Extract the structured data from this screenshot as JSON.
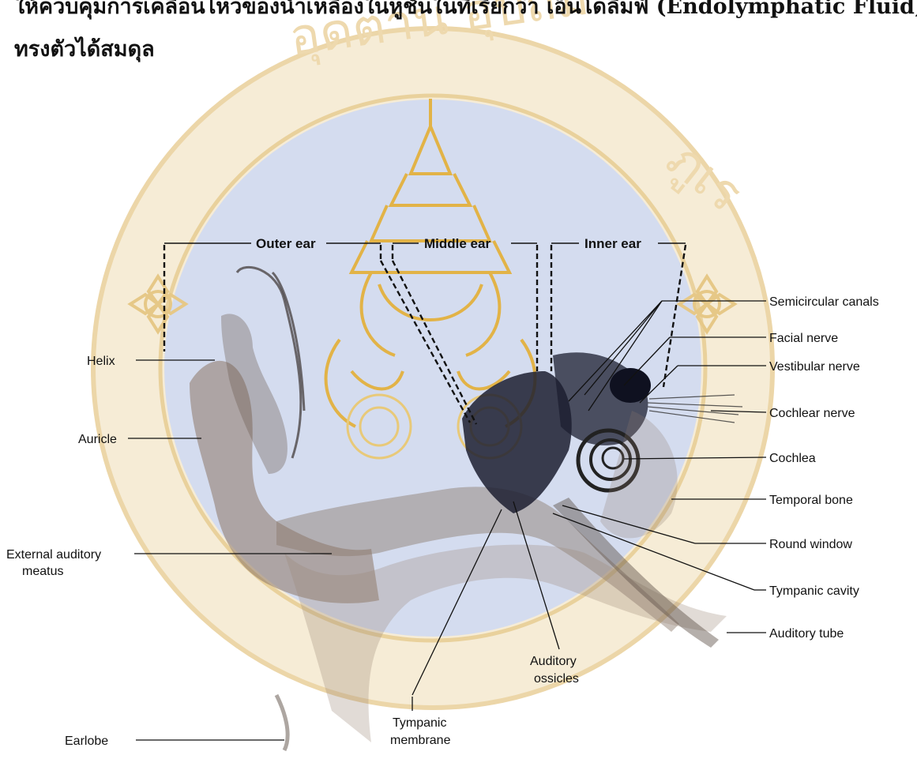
{
  "text": {
    "line1": "ให้ควบคุมการเคลื่อนไหวของน้ำเหลืองในหูชั้นในที่เรียกว่า เอ็นโดลิมฟ์ (Endolymphatic Fluid)     หน้าที่ให้การ",
    "line2": "ทรงตัวได้สมดุล"
  },
  "watermark": {
    "ring_text_top": "อุดตาน อุปถัม",
    "ring_text_right": "ภูเร",
    "colors": {
      "ring": "#f0dcb4",
      "center": "#cdd6ec",
      "gold": "#e4b84a"
    }
  },
  "diagram": {
    "sections": {
      "outer": "Outer ear",
      "middle": "Middle ear",
      "inner": "Inner ear"
    },
    "labels_left": {
      "helix": "Helix",
      "auricle": "Auricle",
      "eam_line1": "External auditory",
      "eam_line2": "meatus",
      "earlobe": "Earlobe"
    },
    "labels_right": {
      "semicircular": "Semicircular canals",
      "facial": "Facial nerve",
      "vestibular": "Vestibular nerve",
      "cochlear_nerve": "Cochlear nerve",
      "cochlea": "Cochlea",
      "temporal": "Temporal bone",
      "round_window": "Round window",
      "tympanic_cavity": "Tympanic cavity",
      "auditory_tube": "Auditory tube"
    },
    "labels_bottom": {
      "ossicles_line1": "Auditory",
      "ossicles_line2": "ossicles",
      "tymp_mem_line1": "Tympanic",
      "tymp_mem_line2": "membrane"
    }
  }
}
